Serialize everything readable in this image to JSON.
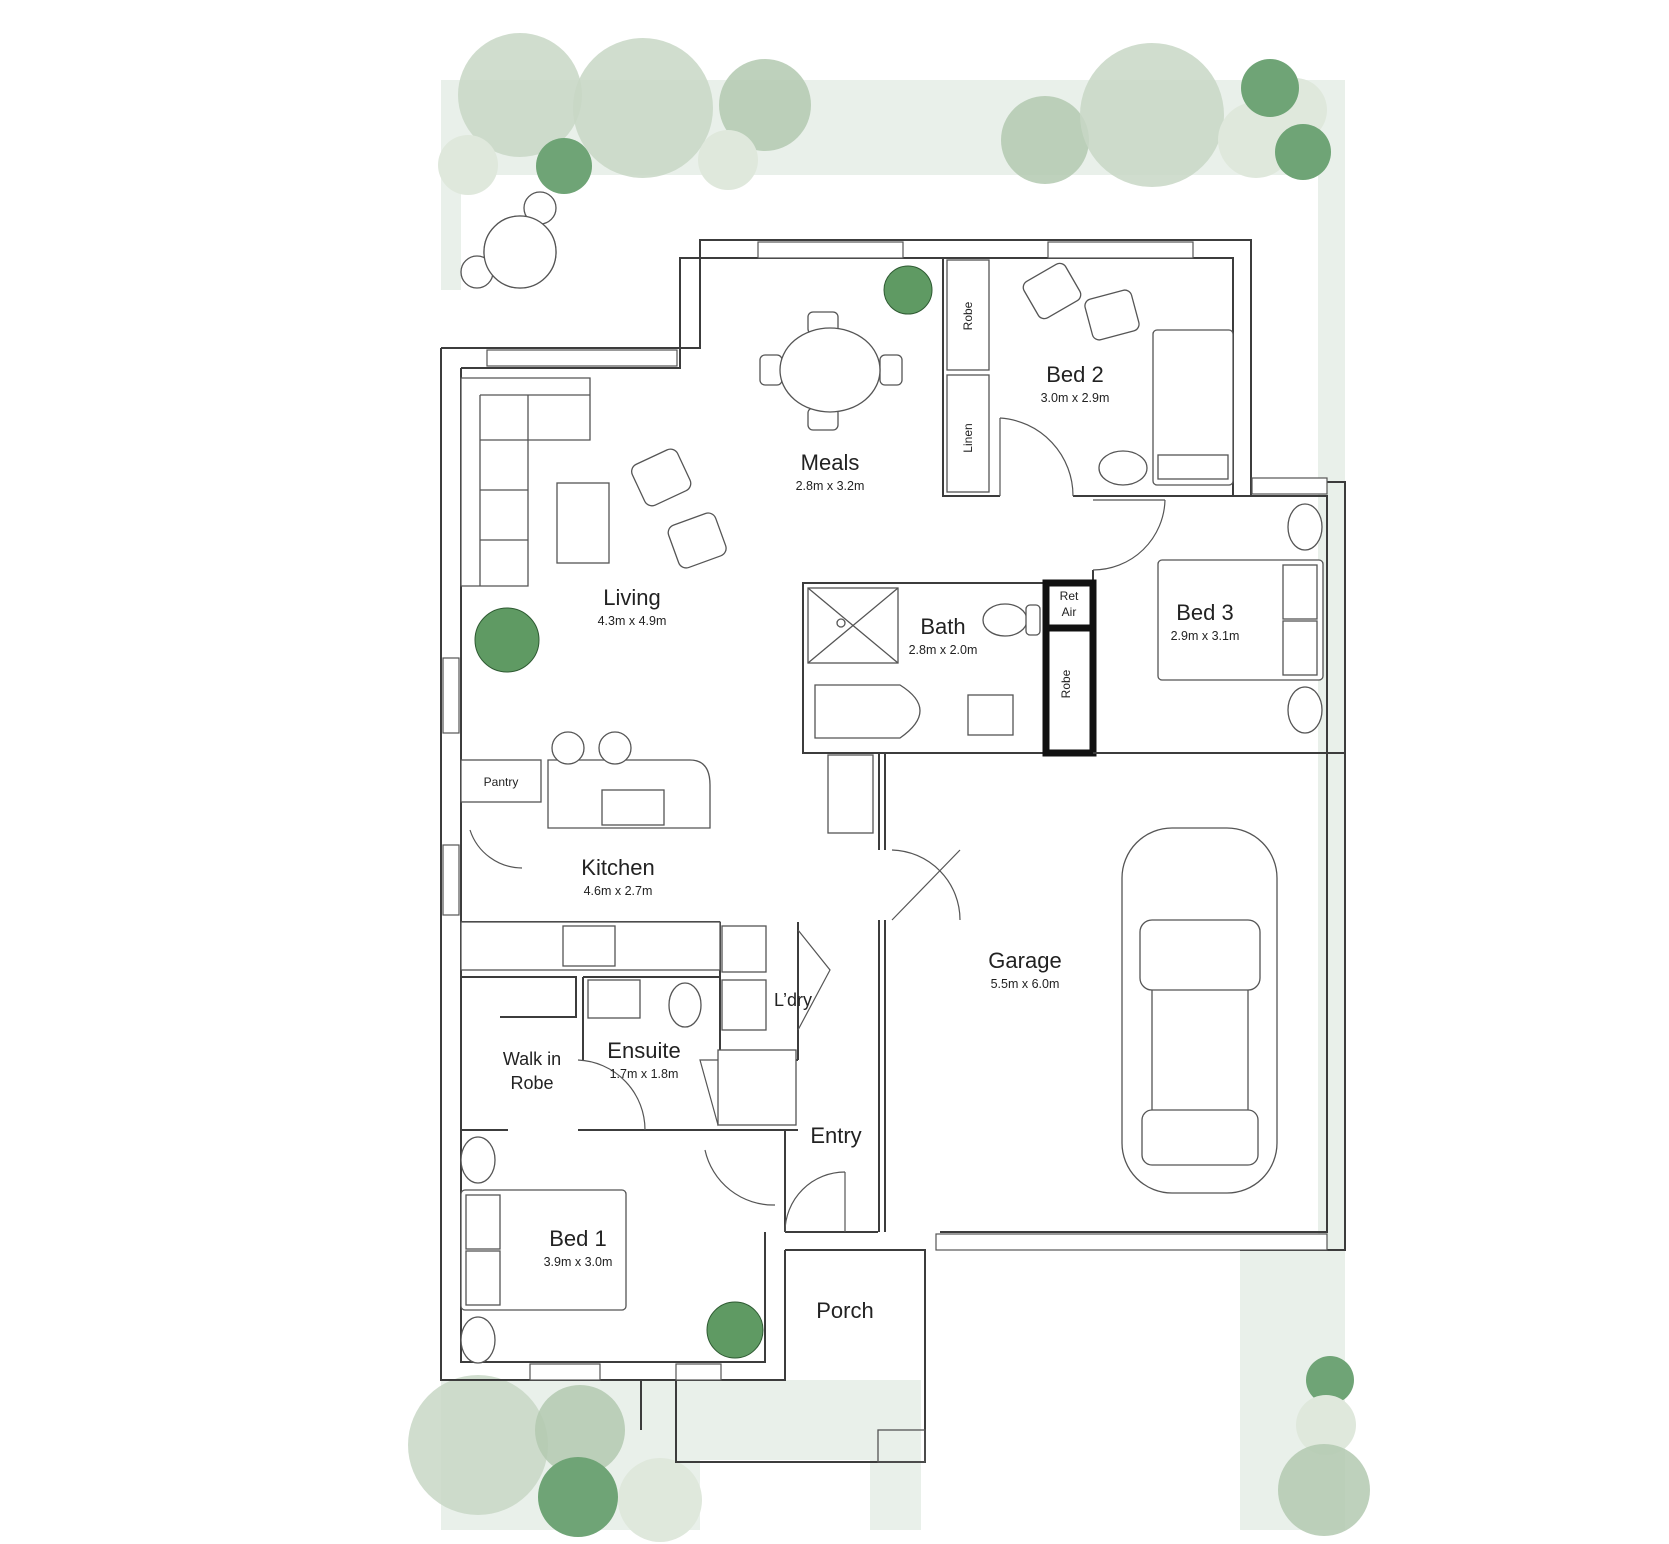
{
  "colors": {
    "walls": "#3c3c3c",
    "yard": "#e9f0ea",
    "tree_light": "#c8d7c5",
    "tree_dark": "#6fa476"
  },
  "rooms": {
    "meals": {
      "name": "Meals",
      "size": "2.8m x 3.2m"
    },
    "bed2": {
      "name": "Bed 2",
      "size": "3.0m x 2.9m"
    },
    "living": {
      "name": "Living",
      "size": "4.3m x 4.9m"
    },
    "bath": {
      "name": "Bath",
      "size": "2.8m x 2.0m"
    },
    "bed3": {
      "name": "Bed 3",
      "size": "2.9m x 3.1m"
    },
    "kitchen": {
      "name": "Kitchen",
      "size": "4.6m x 2.7m"
    },
    "garage": {
      "name": "Garage",
      "size": "5.5m x 6.0m"
    },
    "ensuite": {
      "name": "Ensuite",
      "size": "1.7m x 1.8m"
    },
    "walk_in_robe": {
      "line1": "Walk in",
      "line2": "Robe"
    },
    "laundry": {
      "name": "L’dry"
    },
    "entry": {
      "name": "Entry"
    },
    "bed1": {
      "name": "Bed 1",
      "size": "3.9m x 3.0m"
    },
    "porch": {
      "name": "Porch"
    }
  },
  "fixtures": {
    "robe_bed2": "Robe",
    "linen": "Linen",
    "robe_bed3": "Robe",
    "ret_air_line1": "Ret",
    "ret_air_line2": "Air",
    "pantry": "Pantry"
  }
}
